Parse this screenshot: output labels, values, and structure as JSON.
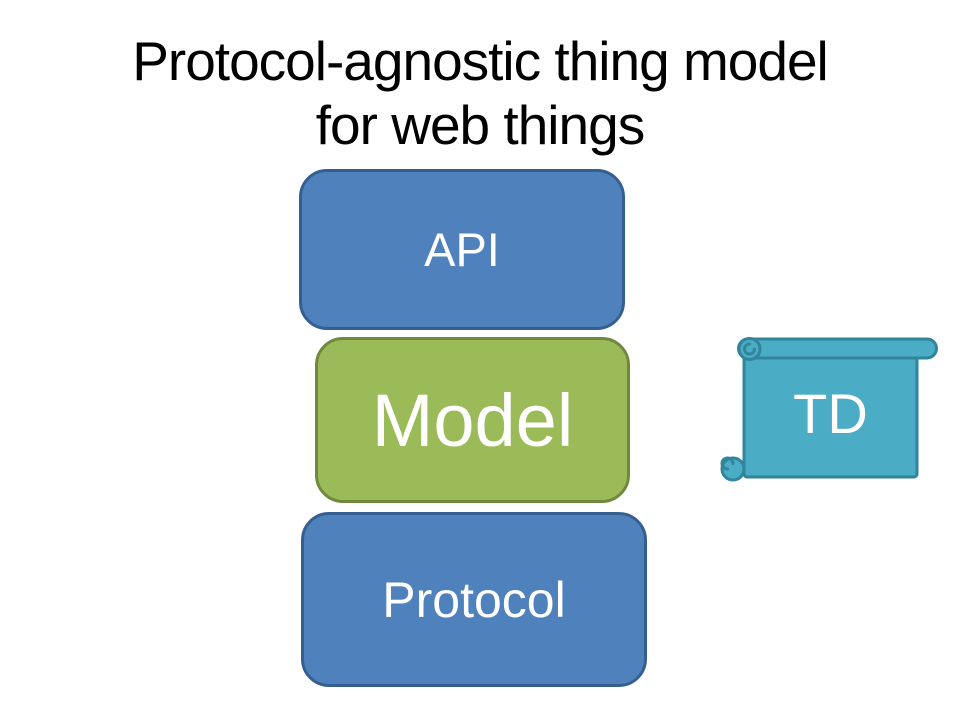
{
  "title": {
    "line1": "Protocol-agnostic thing model",
    "line2": "for web things"
  },
  "layers": [
    {
      "label": "API",
      "fill": "#4F81BD",
      "stroke": "#365F91"
    },
    {
      "label": "Model",
      "fill": "#9BBB59",
      "stroke": "#71893F"
    },
    {
      "label": "Protocol",
      "fill": "#4F81BD",
      "stroke": "#365F91"
    }
  ],
  "scroll": {
    "label": "TD",
    "shape": "horizontal-scroll",
    "fill": "#4BACC6",
    "stroke": "#31859B"
  },
  "colors": {
    "background": "#FFFFFF",
    "title-text": "#000000",
    "label-text": "#FFFFFF",
    "blue-fill": "#4F81BD",
    "blue-stroke": "#365F91",
    "green-fill": "#9BBB59",
    "green-stroke": "#71893F",
    "teal-fill": "#4BACC6",
    "teal-stroke": "#31859B"
  }
}
